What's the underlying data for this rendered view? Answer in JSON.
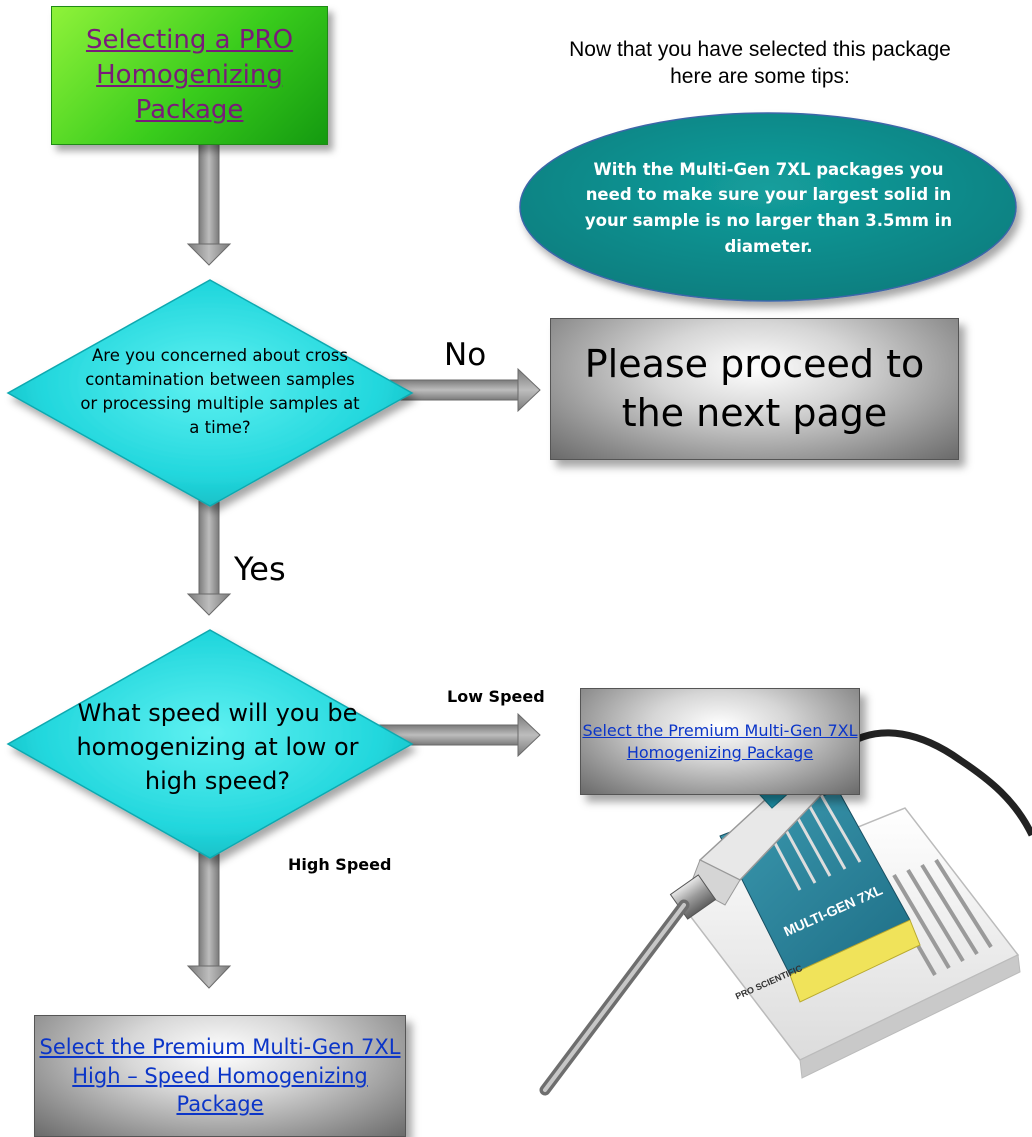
{
  "start": {
    "label": "Selecting a PRO Homogenizing Package"
  },
  "tips": {
    "title": "Now that you have selected this package here are some tips:",
    "body": "With the Multi-Gen 7XL packages you need to make sure your largest solid in your sample is no larger than 3.5mm in diameter."
  },
  "decision1": {
    "question": "Are you concerned about cross contamination between samples or processing multiple samples at a time?",
    "no_label": "No",
    "yes_label": "Yes"
  },
  "proceed": {
    "label": "Please proceed to the next page"
  },
  "decision2": {
    "question": "What speed will you be homogenizing at low or high speed?",
    "low_label": "Low Speed",
    "high_label": "High Speed"
  },
  "low_result": {
    "label": "Select the Premium Multi-Gen 7XL Homogenizing Package"
  },
  "high_result": {
    "label": "Select the Premium Multi-Gen 7XL High – Speed Homogenizing Package"
  },
  "product_image": {
    "brand_text": "MULTI-GEN 7XL",
    "maker_text": "PRO SCIENTIFIC"
  },
  "colors": {
    "start_green": "#39cc1c",
    "link_purple": "#7a1a7a",
    "link_blue": "#0b35c8",
    "diamond_cyan": "#22d7dd",
    "tips_teal": "#0e8c8c",
    "arrow_gray": "#9a9a9a"
  }
}
